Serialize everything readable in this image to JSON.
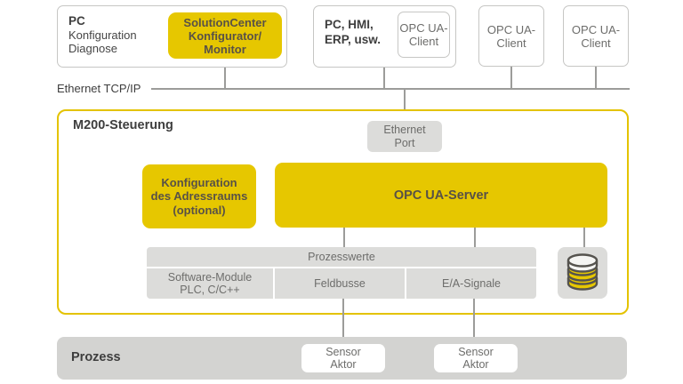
{
  "colors": {
    "accent_yellow": "#e6c700",
    "frame_border_yellow": "#e4c300",
    "gray_block": "#dcdcda",
    "process_bar_gray": "#d3d3d1",
    "connector_gray": "#9c9c9a",
    "box_border_gray": "#c6c6c4",
    "dark_text": "#3e3e3e",
    "gray_text": "#6d6d6b",
    "yellow_box_text": "#585147"
  },
  "top_row": {
    "pc_box": {
      "title": "PC",
      "subtitle": "Konfiguration\nDiagnose",
      "solution_center": "SolutionCenter\nKonfigurator/\nMonitor"
    },
    "hmi_box": {
      "title": "PC, HMI,\nERP, usw.",
      "client": "OPC UA-\nClient"
    },
    "client2": "OPC UA-\nClient",
    "client3": "OPC UA-\nClient"
  },
  "network": {
    "label": "Ethernet TCP/IP"
  },
  "m200": {
    "title": "M200-Steuerung",
    "ethernet_port": "Ethernet\nPort",
    "konfiguration": "Konfiguration\ndes Adressraums\n(optional)",
    "opc_server": "OPC UA-Server",
    "process_values_table": {
      "header": "Prozesswerte",
      "cells": [
        "Software-Module\nPLC, C/C++",
        "Feldbusse",
        "E/A-Signale"
      ]
    },
    "icons": {
      "database": "database-icon"
    }
  },
  "process": {
    "title": "Prozess",
    "node1": "Sensor\nAktor",
    "node2": "Sensor\nAktor"
  }
}
